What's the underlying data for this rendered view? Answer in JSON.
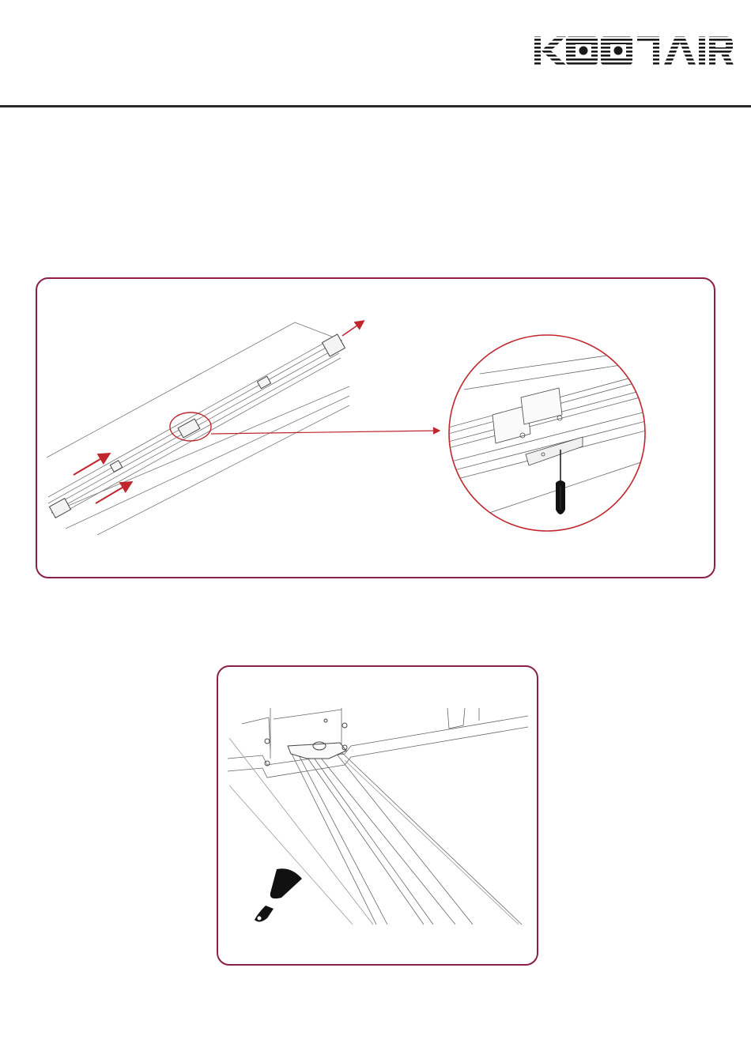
{
  "brand": {
    "logo_text": "KOOAIR",
    "logo_icon": "koolair-logo"
  },
  "colors": {
    "accent": "#8a1f4a",
    "arrow_red": "#c0262d",
    "line": "#2b2b2b",
    "drawing": "#555555"
  },
  "figures": [
    {
      "name": "diffuser-rail-installation",
      "icons": [
        "push-arrow-icon",
        "pull-arrow-icon",
        "detail-callout-icon",
        "screwdriver-icon"
      ]
    },
    {
      "name": "ceiling-joint-finishing",
      "icons": [
        "putty-knife-icon"
      ]
    }
  ]
}
